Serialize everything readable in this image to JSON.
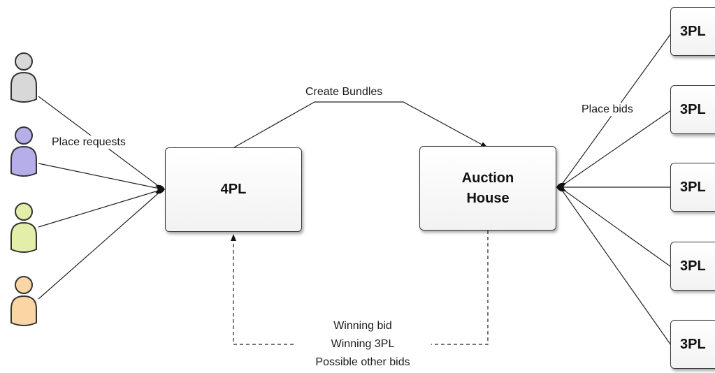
{
  "nodes": {
    "fourpl": "4PL",
    "auction_house": "Auction\nHouse",
    "threepl": [
      "3PL",
      "3PL",
      "3PL",
      "3PL",
      "3PL"
    ]
  },
  "labels": {
    "place_requests": "Place requests",
    "create_bundles": "Create Bundles",
    "place_bids": "Place bids",
    "result": "Winning bid\nWinning 3PL\nPossible other bids"
  },
  "actors": [
    {
      "icon": "user-icon",
      "color": "#d8d8d8"
    },
    {
      "icon": "user-icon",
      "color": "#b6aee8"
    },
    {
      "icon": "user-icon",
      "color": "#e3efa8"
    },
    {
      "icon": "user-icon",
      "color": "#fbd6a5"
    }
  ]
}
